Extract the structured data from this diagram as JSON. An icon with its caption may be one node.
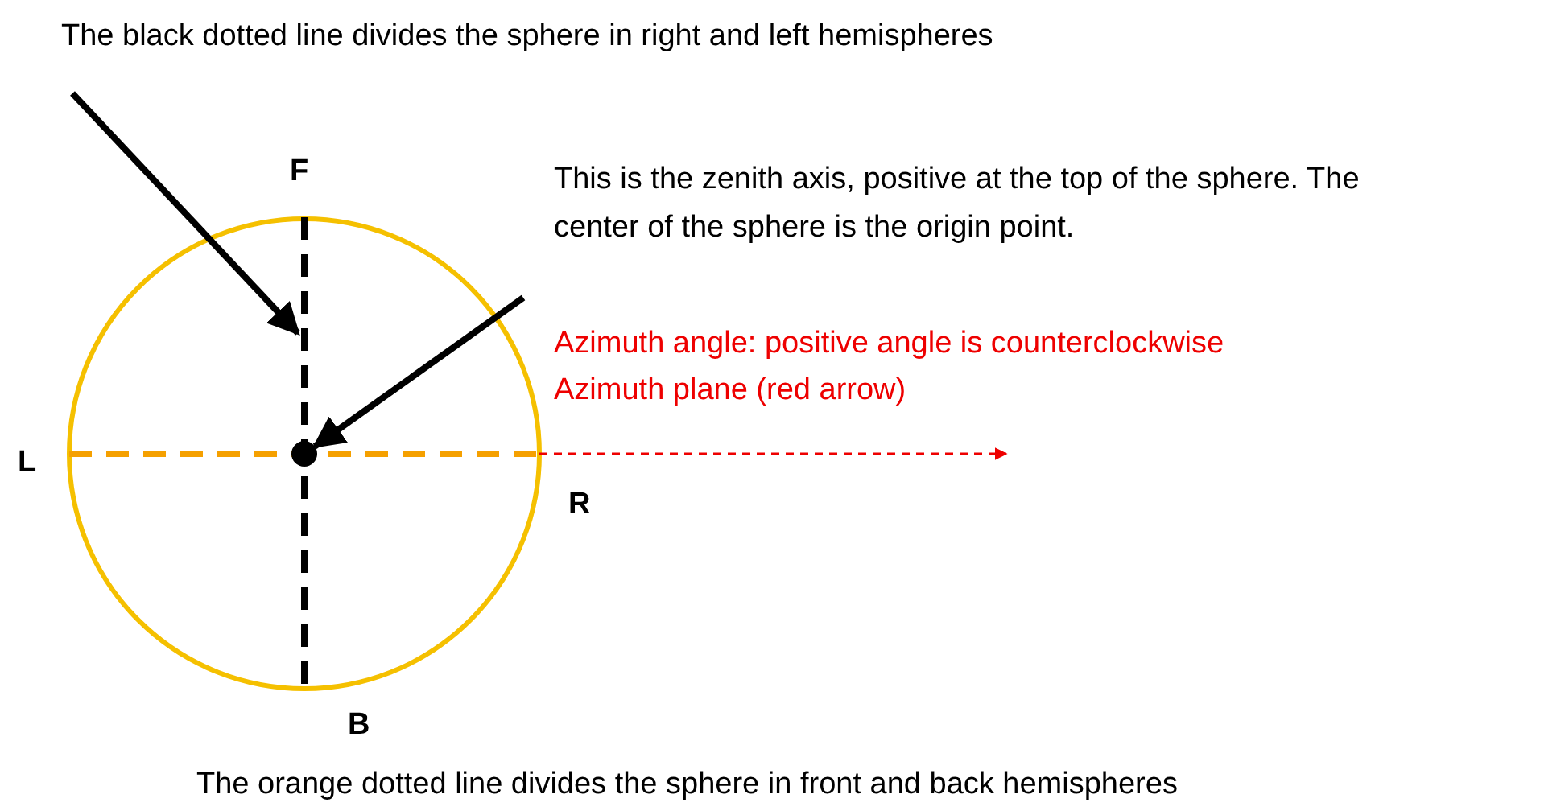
{
  "diagram": {
    "nodes": [
      {
        "text": [
          "The black dotted line divides the sphere in right and left hemispheres"
        ]
      },
      {
        "text": [],
        "shape": "line"
      },
      {
        "text": [
          "This is the zenith axis, positive at the top of the sphere. The center of the sphere is the origin point."
        ]
      },
      {
        "text": [],
        "shape": "circle"
      }
    ],
    "edges": [
      {
        "from": 0,
        "to": 1,
        "arrow": "to"
      },
      {
        "from": 2,
        "to": 3,
        "arrow": "to"
      }
    ],
    "labels": [
      "F",
      "Azimuth angle: positive angle is counterclockwise",
      "Azimuth plane (red arrow)",
      "L",
      "R",
      "B",
      "The orange dotted line divides the sphere in front and back hemispheres"
    ]
  }
}
